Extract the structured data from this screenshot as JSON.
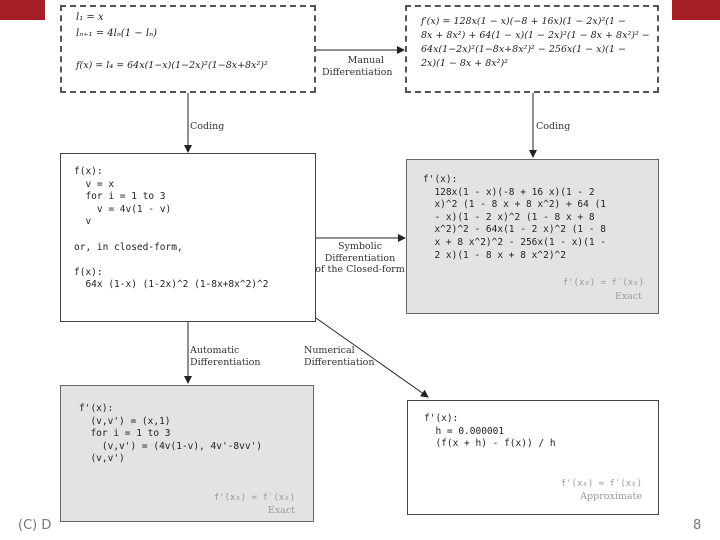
{
  "slide_number": "8",
  "footer_left": "(C) D",
  "colors": {
    "header_bar": "#a41f23",
    "gray_box": "#e3e3e3"
  },
  "box_definition": {
    "line1": "l₁ = x",
    "line2": "lₙ₊₁ = 4lₙ(1 − lₙ)",
    "line3": "f(x) = l₄ = 64x(1−x)(1−2x)²(1−8x+8x²)²"
  },
  "box_manual": {
    "line1": "f′(x) = 128x(1 − x)(−8 + 16x)(1 − 2x)²(1 −",
    "line2": "8x + 8x²) + 64(1 − x)(1 − 2x)²(1 − 8x + 8x²)² −",
    "line3": "64x(1−2x)²(1−8x+8x²)² − 256x(1 − x)(1 −",
    "line4": "2x)(1 − 8x + 8x²)²"
  },
  "box_code": "f(x):\n  v = x\n  for i = 1 to 3\n    v = 4v(1 - v)\n  v\n\nor, in closed-form,\n\nf(x):\n  64x (1-x) (1-2x)^2 (1-8x+8x^2)^2",
  "box_symbolic": {
    "code": "f'(x):\n  128x(1 - x)(-8 + 16 x)(1 - 2\n  x)^2 (1 - 8 x + 8 x^2) + 64 (1\n  - x)(1 - 2 x)^2 (1 - 8 x + 8\n  x^2)^2 - 64x(1 - 2 x)^2 (1 - 8\n  x + 8 x^2)^2 - 256x(1 - x)(1 -\n  2 x)(1 - 8 x + 8 x^2)^2",
    "note": "f'(x₀) = f′(x₀)",
    "note2": "Exact"
  },
  "box_automatic": {
    "code": "f'(x):\n  (v,v') = (x,1)\n  for i = 1 to 3\n    (v,v') = (4v(1-v), 4v'-8vv')\n  (v,v')",
    "note": "f'(x₀) = f′(x₀)",
    "note2": "Exact"
  },
  "box_numerical": {
    "code": "f'(x):\n  h = 0.000001\n  (f(x + h) - f(x)) / h",
    "note": "f'(x₀) ≈ f′(x₀)",
    "note2": "Approximate"
  },
  "edges": {
    "manual": [
      "Manual",
      "Differentiation"
    ],
    "coding_left": "Coding",
    "coding_right": "Coding",
    "symbolic": [
      "Symbolic",
      "Differentiation",
      "of the Closed-form"
    ],
    "automatic": [
      "Automatic",
      "Differentiation"
    ],
    "numerical": [
      "Numerical",
      "Differentiation"
    ]
  }
}
